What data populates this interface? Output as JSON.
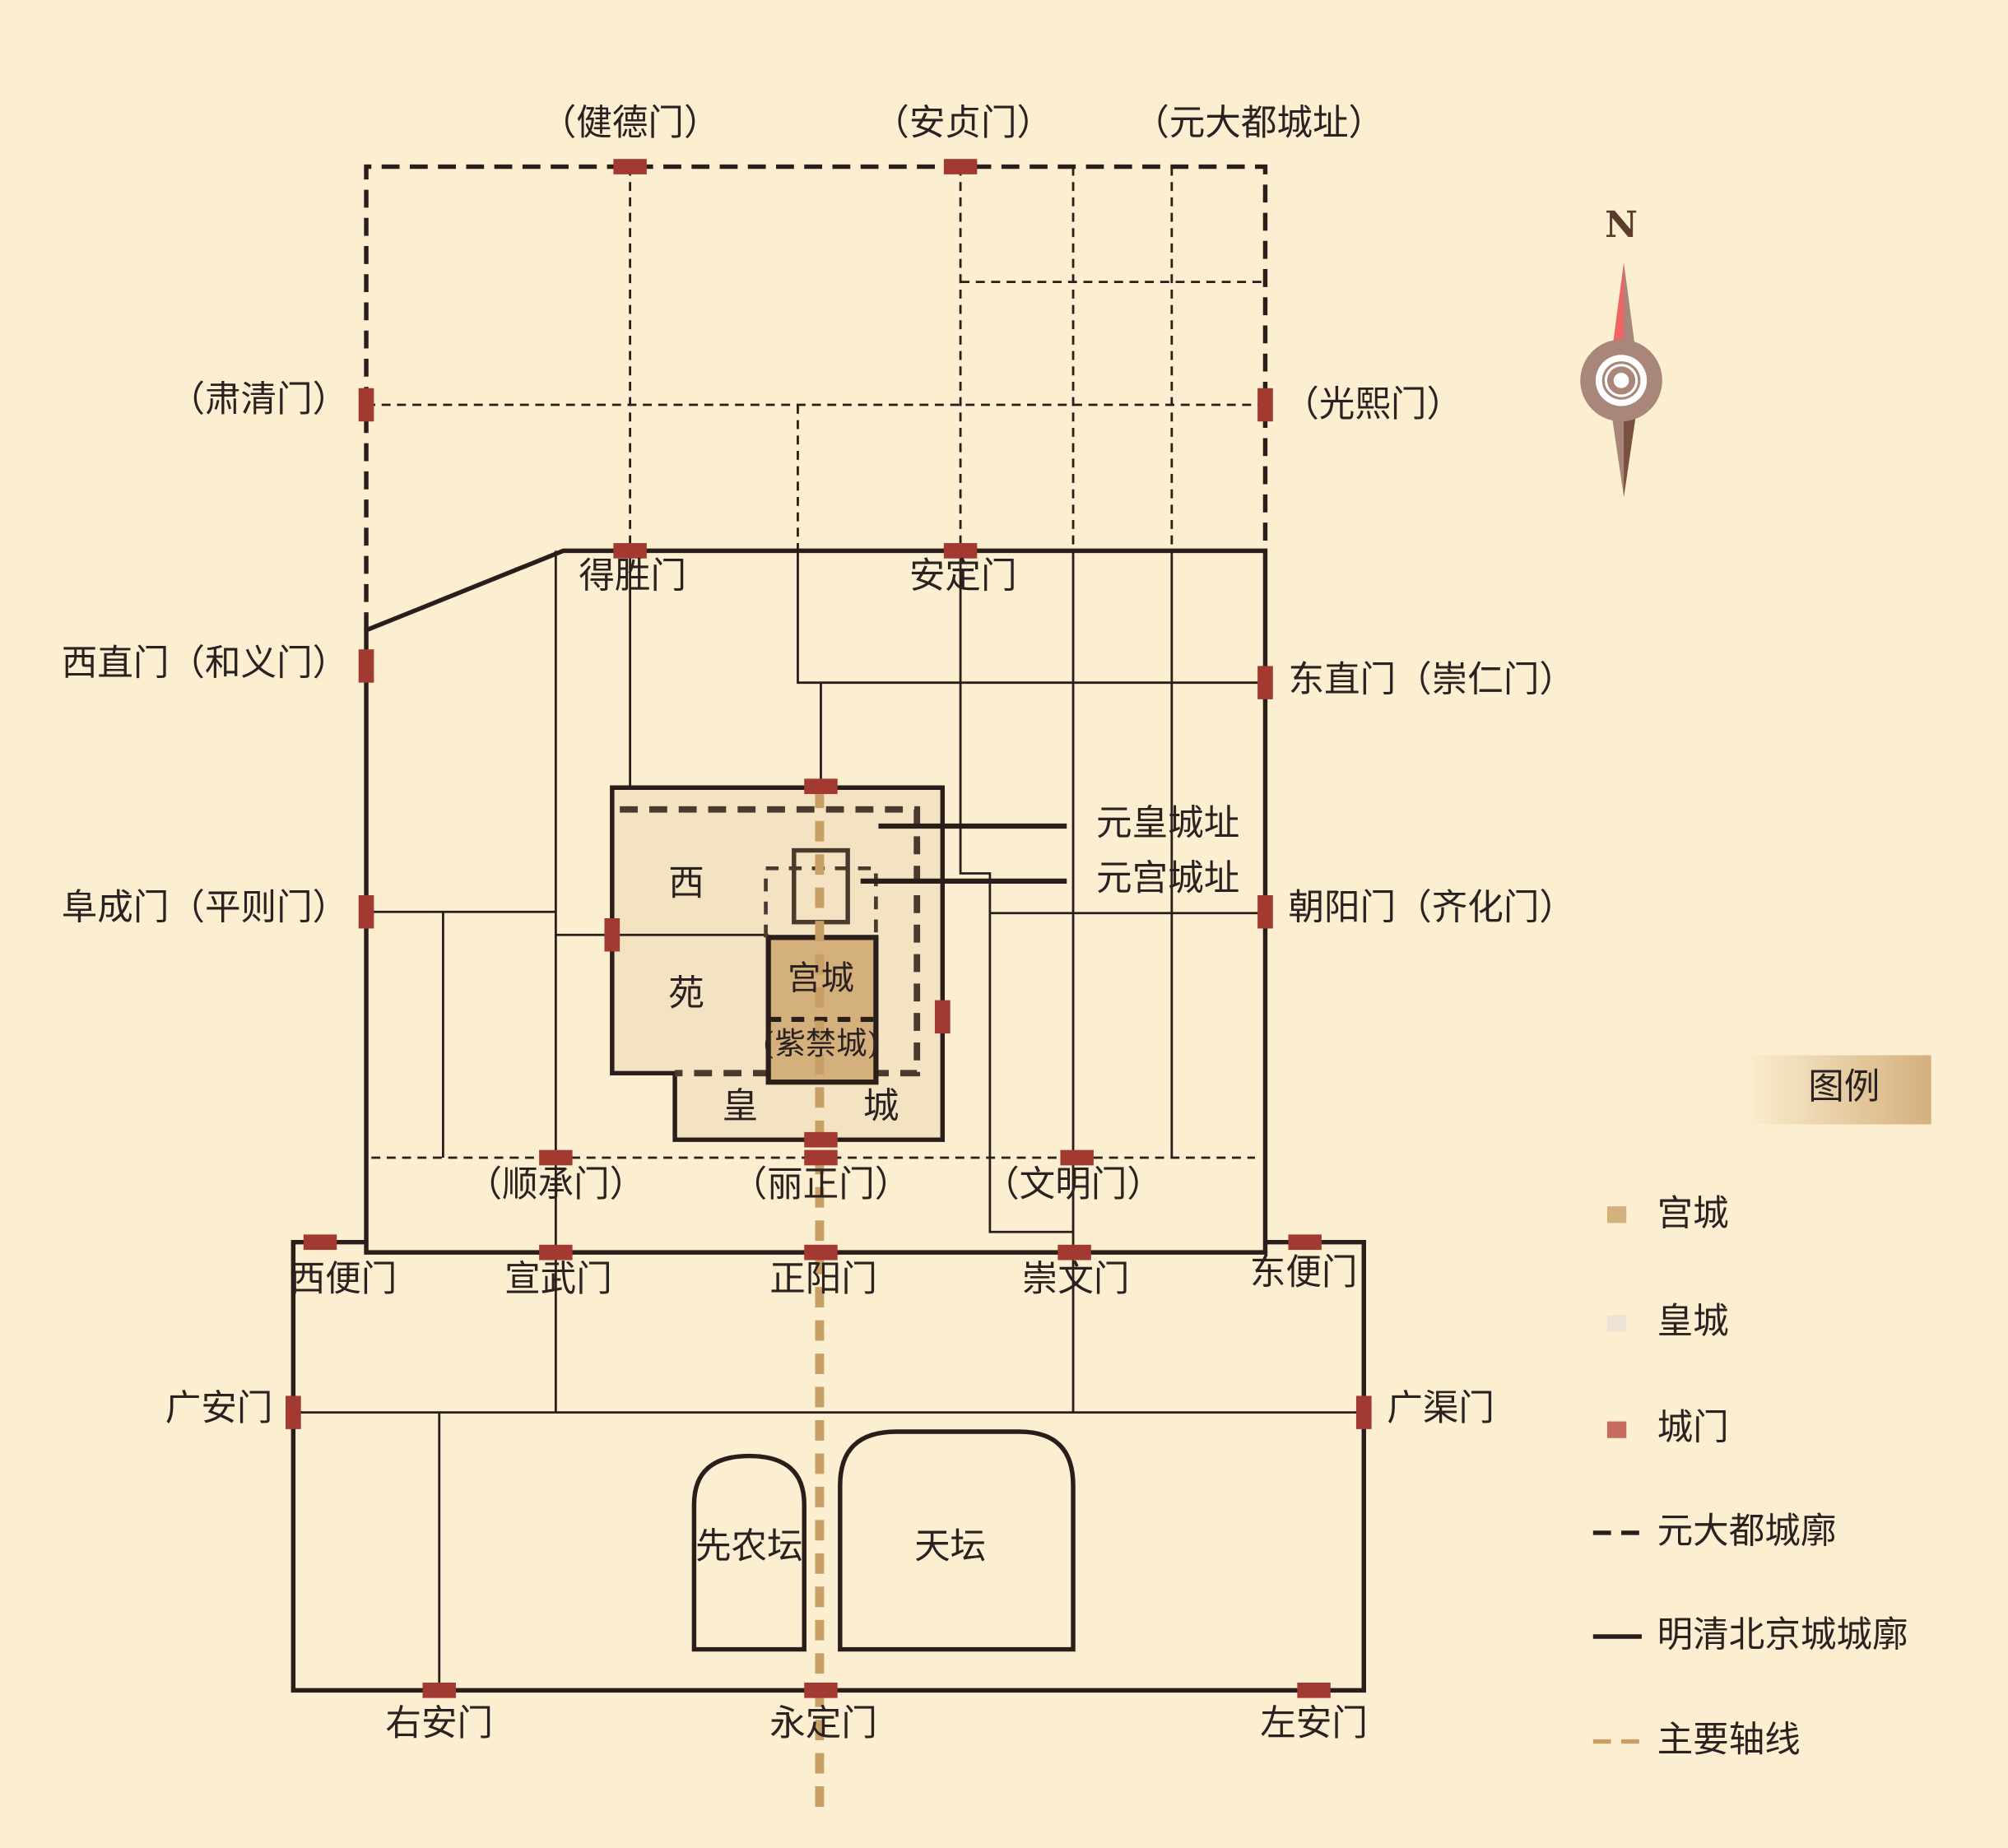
{
  "colors": {
    "background": "#fcefd1",
    "palace": "#d4b07d",
    "imperial": "#f3e3c3",
    "gate": "#a33a32",
    "axis": "#c8a066",
    "wall": "#2a1e1a"
  },
  "compass": {
    "label": "N"
  },
  "yuan_labels": {
    "jiande": "（健德门）",
    "anzhen": "（安贞门）",
    "site": "（元大都城址）",
    "suqing": "（肃清门）",
    "guangxi": "（光熙门）",
    "shuncheng": "（顺承门）",
    "lizheng": "（丽正门）",
    "wenming": "（文明门）"
  },
  "inner_gates": {
    "desheng": "得胜门",
    "anding": "安定门",
    "xizhi": "西直门（和义门）",
    "dongzhi": "东直门（崇仁门）",
    "fucheng": "阜成门（平则门）",
    "chaoyang": "朝阳门（齐化门）",
    "xuanwu": "宣武门",
    "zhengyang": "正阳门",
    "chongwen": "崇文门"
  },
  "outer_gates": {
    "xibian": "西便门",
    "dongbian": "东便门",
    "guangan": "广安门",
    "guangqu": "广渠门",
    "youan": "右安门",
    "yongding": "永定门",
    "zuoan": "左安门"
  },
  "areas": {
    "xi": "西",
    "yuan": "苑",
    "gongcheng": "宫城",
    "zijincheng": "(紫禁城)",
    "huang": "皇",
    "cheng": "城",
    "yuan_huangcheng": "元皇城址",
    "yuan_gongcheng": "元宫城址",
    "xiannongtan": "先农坛",
    "tiantan": "天坛"
  },
  "legend": {
    "title": "图例",
    "items": [
      {
        "label": "宫城",
        "symbol": "swatch",
        "color": "#d4b07d"
      },
      {
        "label": "皇城",
        "symbol": "swatch",
        "color": "#ece3d6"
      },
      {
        "label": "城门",
        "symbol": "swatch",
        "color": "#c96a5e"
      },
      {
        "label": "元大都城廓",
        "symbol": "dashed",
        "color": "#2a1e1a"
      },
      {
        "label": "明清北京城城廓",
        "symbol": "solid",
        "color": "#2a1e1a"
      },
      {
        "label": "主要轴线",
        "symbol": "dashed",
        "color": "#c8a066"
      }
    ]
  }
}
